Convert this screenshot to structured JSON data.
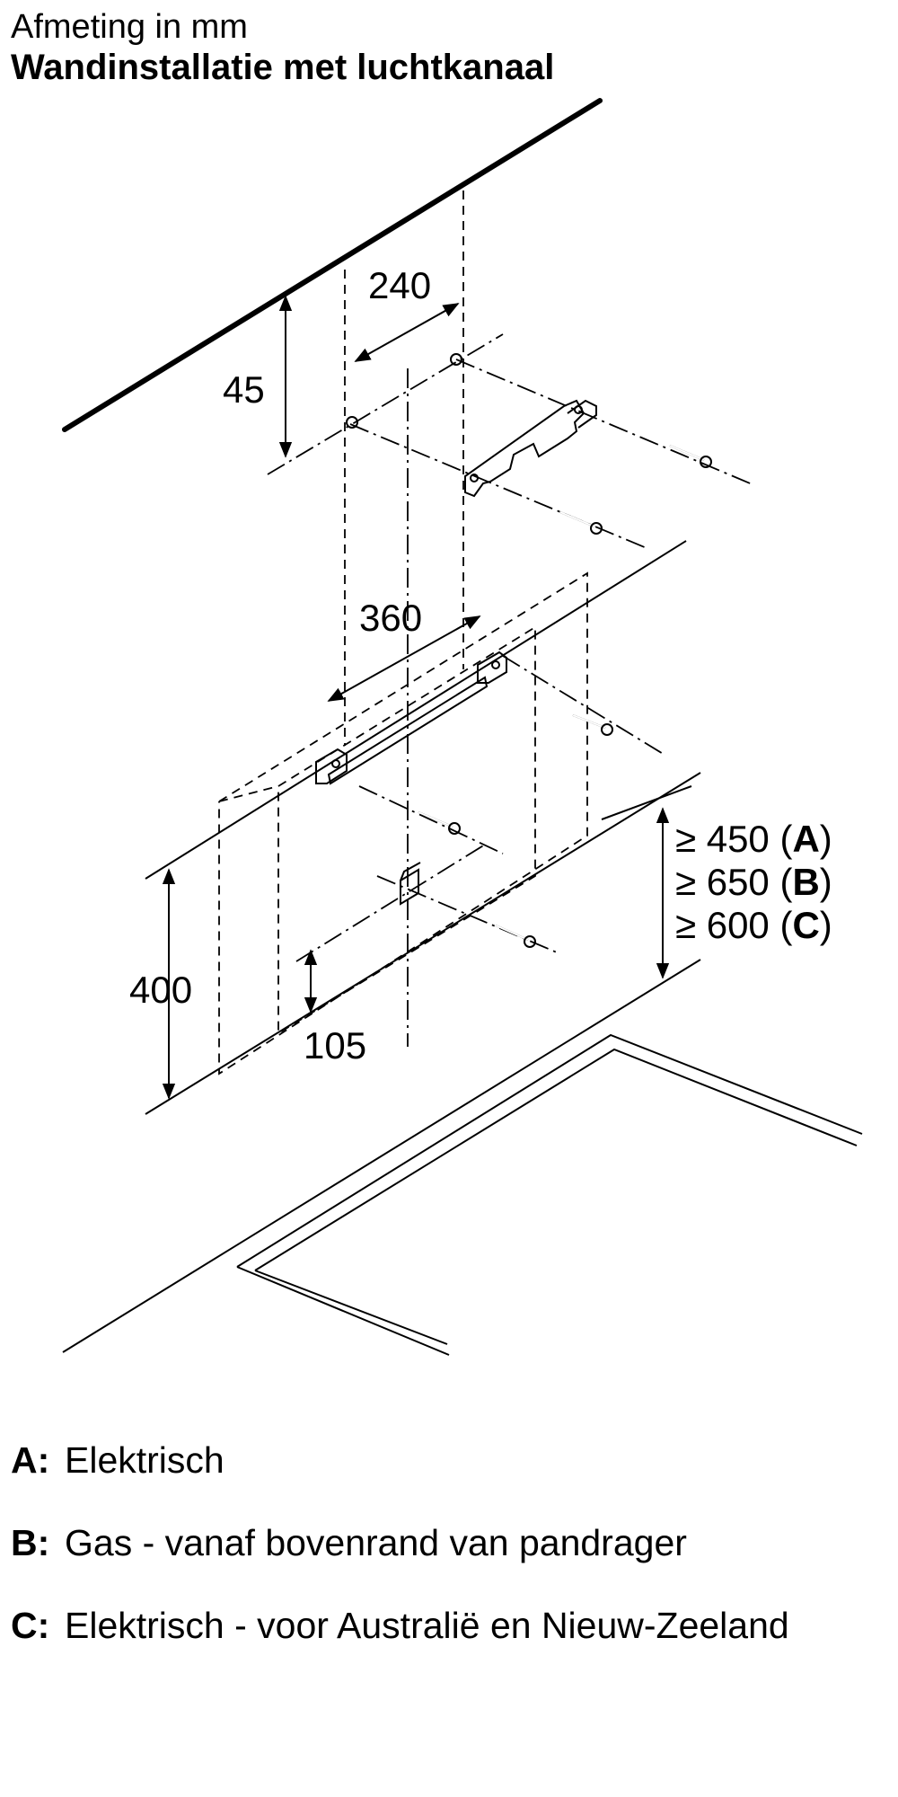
{
  "header": {
    "subtitle": "Afmeting in mm",
    "title": "Wandinstallatie met luchtkanaal"
  },
  "dimensions": {
    "d45": "45",
    "d240": "240",
    "d360": "360",
    "d400": "400",
    "d105": "105"
  },
  "requirements": [
    {
      "prefix": "≥ 450 (",
      "letter": "A",
      "suffix": ")"
    },
    {
      "prefix": "≥ 650 (",
      "letter": "B",
      "suffix": ")"
    },
    {
      "prefix": "≥ 600 (",
      "letter": "C",
      "suffix": ")"
    }
  ],
  "legend": [
    {
      "letter": "A:",
      "text": "Elektrisch"
    },
    {
      "letter": "B:",
      "text": "Gas - vanaf bovenrand van pandrager"
    },
    {
      "letter": "C:",
      "text": "Elektrisch - voor Australië en Nieuw-Zeeland"
    }
  ]
}
